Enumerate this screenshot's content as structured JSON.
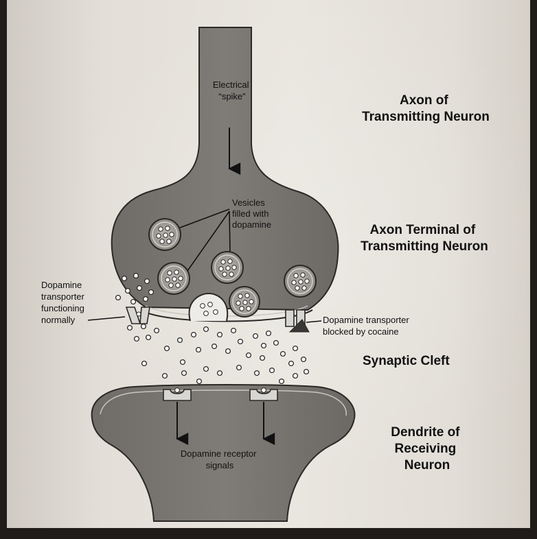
{
  "labels": {
    "electrical_spike": [
      "Electrical",
      "“spike”"
    ],
    "axon": [
      "Axon of",
      "Transmitting Neuron"
    ],
    "vesicles": [
      "Vesicles",
      "filled with",
      "dopamine"
    ],
    "axon_terminal": [
      "Axon Terminal of",
      "Transmitting Neuron"
    ],
    "transporter_normal": [
      "Dopamine",
      "transporter",
      "functioning",
      "normally"
    ],
    "transporter_blocked": [
      "Dopamine transporter",
      "blocked by cocaine"
    ],
    "synaptic_cleft": "Synaptic Cleft",
    "dendrite": [
      "Dendrite of",
      "Receiving",
      "Neuron"
    ],
    "receptor_signals": [
      "Dopamine receptor",
      "signals"
    ]
  },
  "colors": {
    "neuron_fill": "#7a7773",
    "neuron_stroke": "#2a2826",
    "vesicle_fill": "#a8a5a0",
    "molecule": "#ffffff",
    "transporter": "#d8d6d2",
    "cocaine": "#3a3836"
  }
}
